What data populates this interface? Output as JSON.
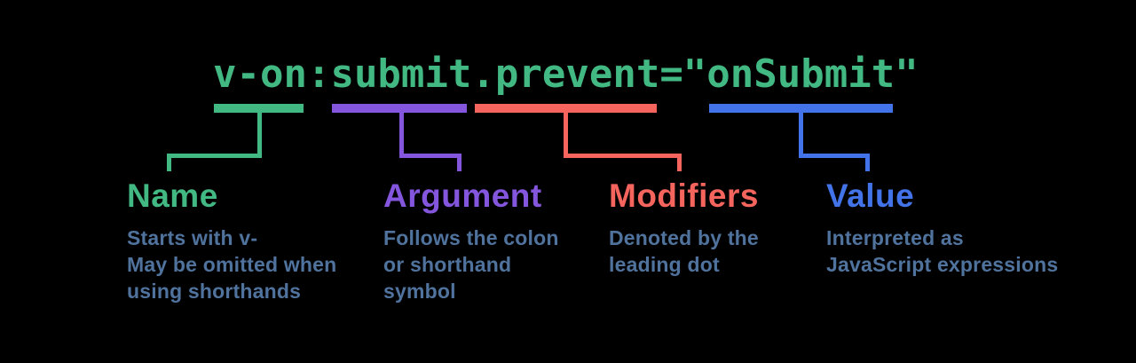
{
  "background_color": "#000000",
  "code": {
    "text": "v-on:submit.prevent=\"onSubmit\"",
    "color": "#42b883"
  },
  "description_text_color": "#50739e",
  "sections": [
    {
      "label": "Name",
      "code_part": "v-on",
      "color": "#42b883",
      "desc_lines": [
        "Starts with v-",
        "May be omitted when",
        "using shorthands"
      ]
    },
    {
      "label": "Argument",
      "code_part": "submit",
      "color": "#8455dd",
      "desc_lines": [
        "Follows the colon",
        "or shorthand",
        "symbol"
      ]
    },
    {
      "label": "Modifiers",
      "code_part": ".prevent",
      "color": "#f5655d",
      "desc_lines": [
        "Denoted by the",
        "leading dot"
      ]
    },
    {
      "label": "Value",
      "code_part": "onSubmit",
      "color": "#4273e8",
      "desc_lines": [
        "Interpreted as",
        "JavaScript expressions"
      ]
    }
  ]
}
